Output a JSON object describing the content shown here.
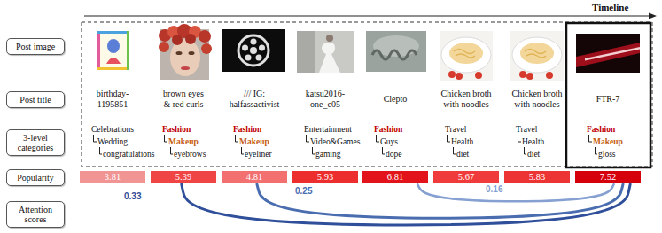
{
  "diagram": {
    "nodes": [
      {
        "text": [
          "Post image"
        ]
      },
      {
        "text": [
          "Post title"
        ]
      },
      {
        "text": [
          "3-level categories"
        ]
      },
      {
        "text": [
          "Popularity"
        ]
      },
      {
        "text": [
          "Attention scores"
        ]
      },
      {
        "text": [
          "3.81"
        ]
      },
      {
        "text": [
          "5.39"
        ]
      },
      {
        "text": [
          "4.81"
        ]
      },
      {
        "text": [
          "5.93"
        ]
      },
      {
        "text": [
          "6.81"
        ]
      },
      {
        "text": [
          "5.67"
        ]
      },
      {
        "text": [
          "5.83"
        ]
      },
      {
        "text": [
          "7.52"
        ]
      }
    ],
    "edges": [
      {
        "from": 12,
        "to": 6,
        "label": "0.33",
        "arrow": "none"
      },
      {
        "from": 12,
        "to": 7,
        "label": "0.25",
        "arrow": "none"
      },
      {
        "from": 12,
        "to": 9,
        "label": "0.16",
        "arrow": "none"
      }
    ],
    "labels": [
      "Timeline",
      "birthday-1195851",
      "Celebrations",
      "Wedding",
      "congratulations",
      "brown eyes & red curls",
      "Fashion",
      "Makeup",
      "eyebrows",
      "/// IG: halfassactivist",
      "Fashion",
      "Makeup",
      "eyeliner",
      "katsu2016-one_c05",
      "Entertainment",
      "Video&Games",
      "gaming",
      "Clepto",
      "Fashion",
      "Guys",
      "dope",
      "Chicken broth with noodles",
      "Travel",
      "Health",
      "diet",
      "Chicken broth with noodles",
      "Travel",
      "Health",
      "diet",
      "FTR-7",
      "Fashion",
      "Makeup",
      "gloss"
    ]
  }
}
